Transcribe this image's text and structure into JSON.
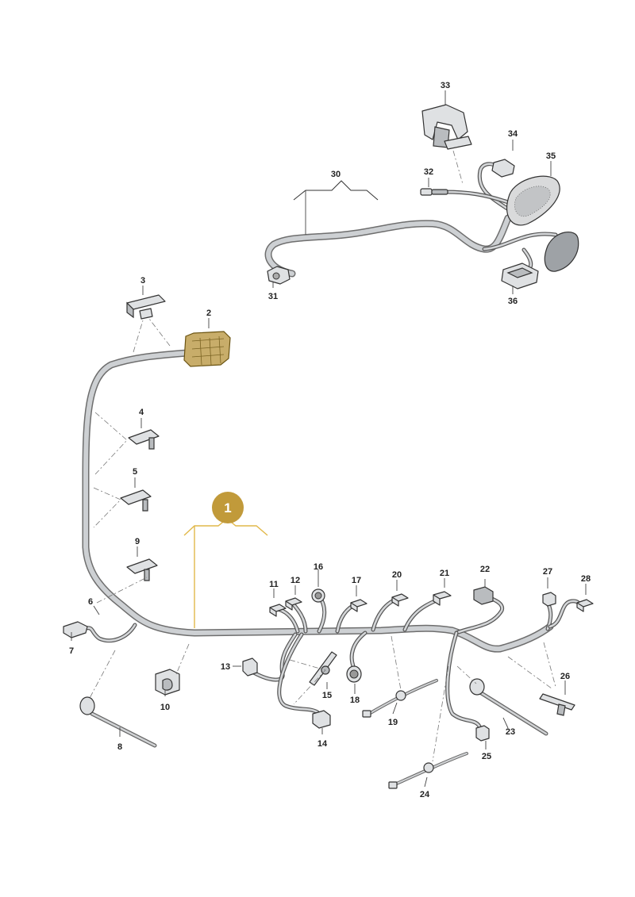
{
  "diagram": {
    "highlight_color": "#c19a3a",
    "main_callout": "1",
    "labels": {
      "p2": "2",
      "p3": "3",
      "p4": "4",
      "p5": "5",
      "p6": "6",
      "p7": "7",
      "p8": "8",
      "p9": "9",
      "p10": "10",
      "p11": "11",
      "p12": "12",
      "p13": "13",
      "p14": "14",
      "p15": "15",
      "p16": "16",
      "p17": "17",
      "p18": "18",
      "p19": "19",
      "p20": "20",
      "p21": "21",
      "p22": "22",
      "p23": "23",
      "p24": "24",
      "p25": "25",
      "p26": "26",
      "p27": "27",
      "p28": "28",
      "p30": "30",
      "p31": "31",
      "p32": "32",
      "p33": "33",
      "p34": "34",
      "p35": "35",
      "p36": "36"
    }
  }
}
